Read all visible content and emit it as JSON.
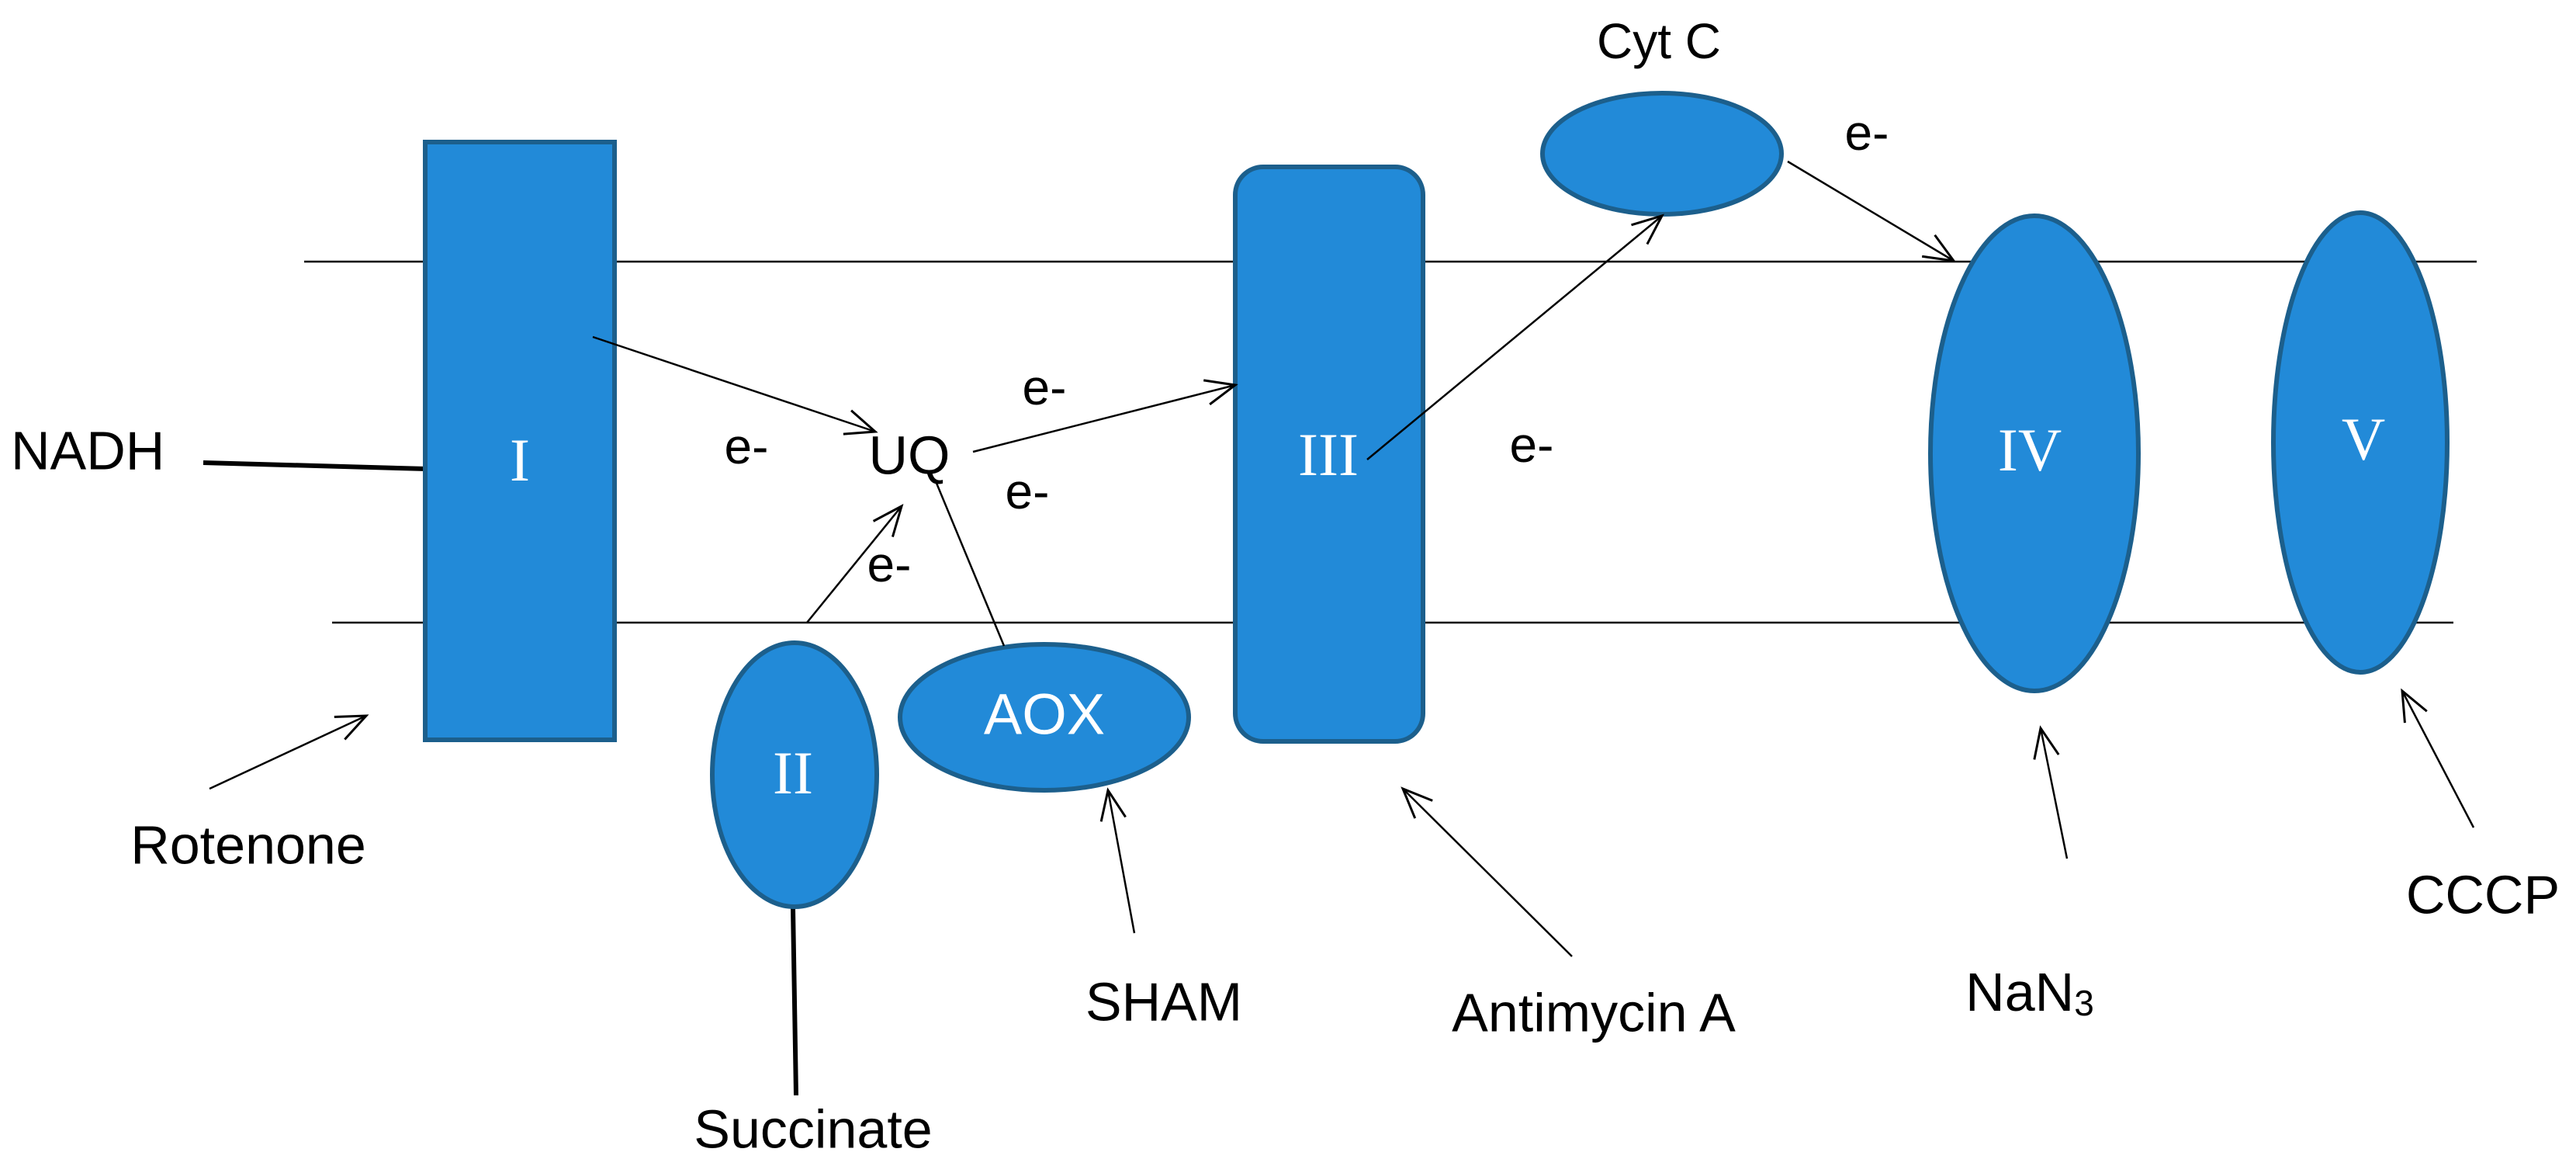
{
  "colors": {
    "complex_fill": "#228AD8",
    "complex_stroke": "#1C5F8C",
    "line": "#000000",
    "background": "#ffffff"
  },
  "complexes": {
    "c1": "I",
    "c2": "II",
    "c3": "III",
    "c4": "IV",
    "c5": "V",
    "aox": "AOX",
    "cytc": "Cyt C"
  },
  "substrates": {
    "nadh": "NADH",
    "succinate": "Succinate",
    "uq": "UQ"
  },
  "electron_label": "e-",
  "inhibitors": {
    "rotenone": "Rotenone",
    "sham": "SHAM",
    "antimycin": "Antimycin A",
    "nan3_main": "NaN",
    "nan3_sub": "3",
    "cccp": "CCCP"
  }
}
